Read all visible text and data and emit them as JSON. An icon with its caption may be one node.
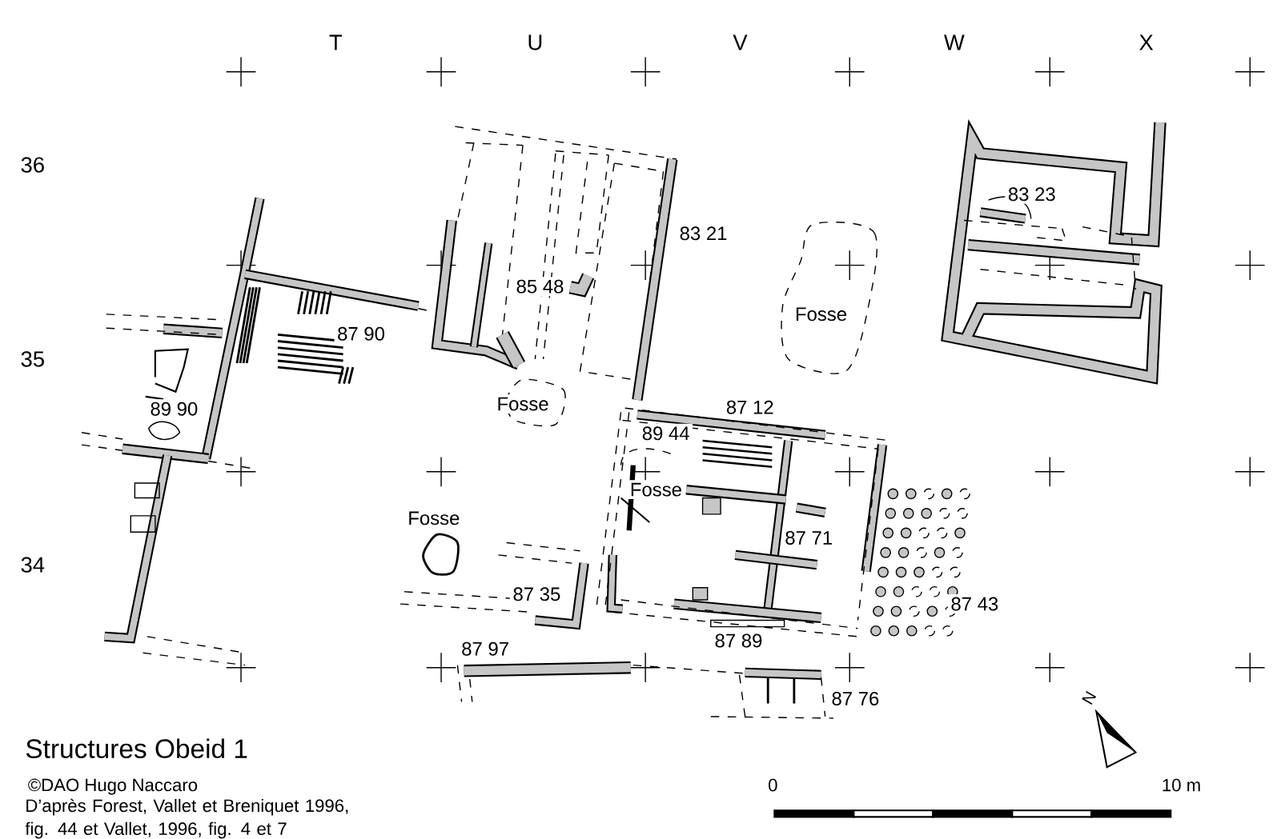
{
  "diagram": {
    "title": "Structures Obeid 1",
    "caption": "D’après Forest, Vallet et Breniquet 1996, fig. 44 et Vallet, 1996, fig. 4 et 7",
    "labels": [
      "T",
      "U",
      "V",
      "W",
      "X",
      "36",
      "35",
      "34",
      "83 21",
      "83 23",
      "85 48",
      "Fosse",
      "87 90",
      "89 90",
      "Fosse",
      "87 12",
      "89 44",
      "Fosse",
      "Fosse",
      "87 71",
      "87 43",
      "87 35",
      "87 89",
      "87 97",
      "87 76",
      "N",
      "©DAO Hugo Naccaro",
      "0",
      "10 m"
    ]
  }
}
